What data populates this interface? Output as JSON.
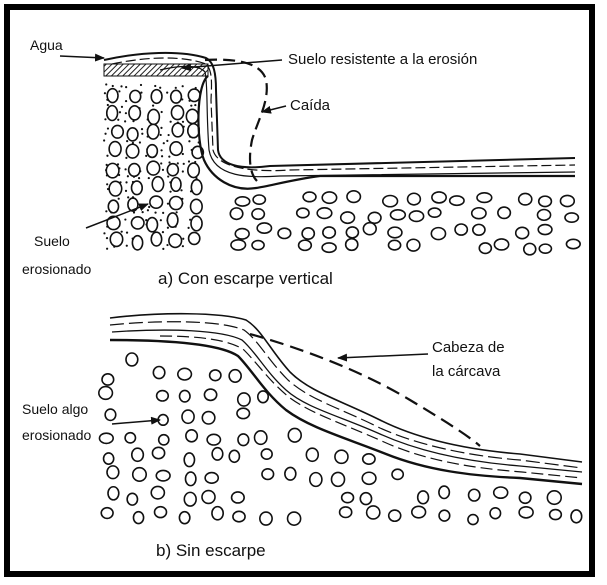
{
  "panel_a": {
    "caption": "a) Con escarpe vertical",
    "labels": {
      "water": "Agua",
      "resistant_soil": "Suelo resistente a la erosión",
      "fall": "Caída",
      "eroded_soil_line1": "Suelo",
      "eroded_soil_line2": "erosionado"
    }
  },
  "panel_b": {
    "caption": "b) Sin escarpe",
    "labels": {
      "gully_head_line1": "Cabeza de",
      "gully_head_line2": "la cárcava",
      "slightly_eroded_line1": "Suelo algo",
      "slightly_eroded_line2": "erosionado"
    }
  },
  "colors": {
    "ink": "#111111",
    "background": "#ffffff",
    "frame": "#000000"
  }
}
